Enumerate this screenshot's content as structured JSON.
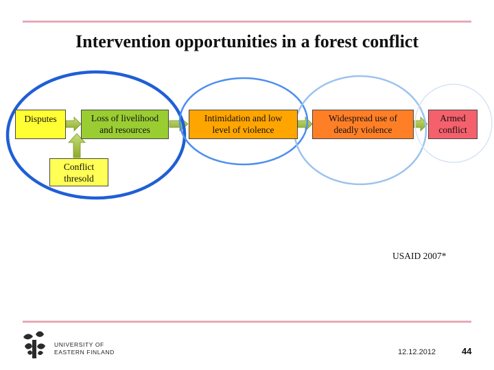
{
  "title": "Intervention opportunities in a forest conflict",
  "stages": {
    "disputes": "Disputes",
    "livelihood": [
      "Loss of livelihood",
      "and resources"
    ],
    "intimidation": [
      "Intimidation and low",
      "level of violence"
    ],
    "widespread": [
      "Widespread use of",
      "deadly violence"
    ],
    "armed": [
      "Armed",
      "conflict"
    ]
  },
  "threshold": [
    "Conflict",
    "thresold"
  ],
  "citation": "USAID 2007*",
  "footer": {
    "university": [
      "UNIVERSITY OF",
      "EASTERN FINLAND"
    ],
    "date": "12.12.2012",
    "page": "44"
  },
  "colors": {
    "rule": "#e6a9b6",
    "disputes": "#ffff33",
    "livelihood": "#9acd32",
    "intimidation": "#ffa500",
    "widespread": "#ff7f27",
    "armed": "#f4606c",
    "threshold": "#ffff55",
    "arrow": "#9ab23a",
    "oval_primary": "#1f5fd6",
    "oval_light": "#9cc3ee"
  }
}
